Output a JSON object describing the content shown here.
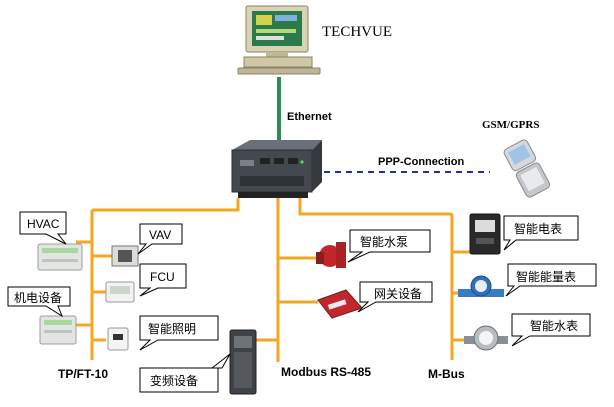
{
  "header": {
    "system_name": "TECHVUE"
  },
  "links": {
    "ethernet": "Ethernet",
    "gsm": "GSM/GPRS",
    "ppp": "PPP-Connection"
  },
  "buses": {
    "tp": "TP/FT-10",
    "modbus": "Modbus RS-485",
    "mbus": "M-Bus"
  },
  "devices": {
    "hvac": "HVAC",
    "vav": "VAV",
    "fcu": "FCU",
    "electromech": "机电设备",
    "lighting": "智能照明",
    "vfd": "变频设备",
    "pump": "智能水泵",
    "gateway": "网关设备",
    "elec_meter": "智能电表",
    "energy_meter": "智能能量表",
    "water_meter": "智能水表"
  },
  "colors": {
    "bus_line": "#f5a623",
    "ethernet_line": "#2e8b57",
    "ppp_line": "#1f2fb0"
  }
}
